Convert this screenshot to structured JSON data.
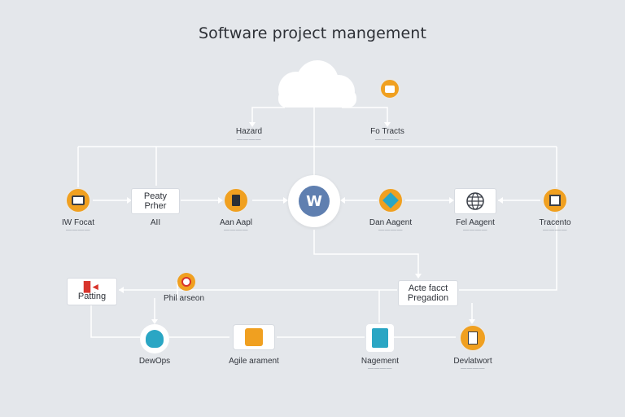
{
  "title": "Software project mangement",
  "hub": {
    "letter": "W"
  },
  "labels": {
    "hazard": "Hazard",
    "hazard_sub": "————",
    "for_tracts": "Fo Tracts",
    "for_tracts_sub": "————",
    "left_icon": "IW Focat",
    "left_icon_sub": "————",
    "peaty_box": "Peaty Prher",
    "peaty_sub": "AII",
    "agile_one": "Aan Aapl",
    "agile_one_sub": "————",
    "dany": "Dan Aagent",
    "dany_sub": "————",
    "fel": "Fel Aagent",
    "fel_sub": "————",
    "tracent": "Tracento",
    "tracent_sub": "————",
    "patting": "Patting",
    "phiel": "Phil arseon",
    "artefact_line1": "Acte facct",
    "artefact_line2": "Pregadion",
    "devops": "DewOps",
    "agile_ment": "Agile arament",
    "nagement": "Nagement",
    "nagement_sub": "————",
    "development": "Devlatwort",
    "development_sub": "————"
  },
  "colors": {
    "orange": "#f0a020",
    "hub": "#5f7fb0",
    "teal": "#2aa6c4",
    "wire": "#ffffff",
    "background": "#e4e7eb"
  },
  "icons": {
    "cloud": "cloud-icon",
    "top_right": "chat-icon",
    "left": "browser-window-icon",
    "agile": "document-icon",
    "dany": "map-icon",
    "fel": "globe-icon",
    "tracent": "printer-icon",
    "patting": "dr-logo-icon",
    "phiel": "phone-icon",
    "devops": "shield-icon",
    "agile_ment": "lock-icon",
    "nagement": "server-icon",
    "development": "file-icon"
  }
}
